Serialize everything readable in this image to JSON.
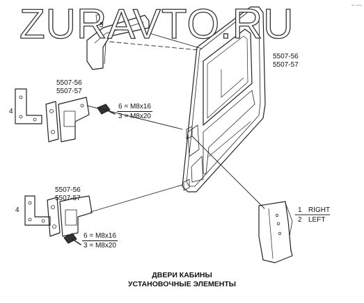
{
  "watermark": "ZURAVTO.RU",
  "corner_mark": "– —",
  "door": {
    "part_a": "5507-56",
    "part_b": "5507-57"
  },
  "upper_hinge": {
    "part_a": "5507-56",
    "part_b": "5507-57",
    "plate_num": "4",
    "bolt_top": "6 = M8x16",
    "bolt_bottom": "3 = M8x20"
  },
  "lower_hinge": {
    "part_a": "5507-56",
    "part_b": "5507-57",
    "plate_num": "4",
    "bolt_top": "6 = M8x16",
    "bolt_bottom": "3 = M8x20"
  },
  "top_bracket_num": "5",
  "trim": {
    "num_1": "1",
    "label_1": "RIGHT",
    "num_2": "2",
    "label_2": "LEFT"
  },
  "caption": {
    "line1": "ДВЕРИ КАБИНЫ",
    "line2": "УСТАНОВОЧНЫЕ ЭЛЕМЕНТЫ"
  }
}
